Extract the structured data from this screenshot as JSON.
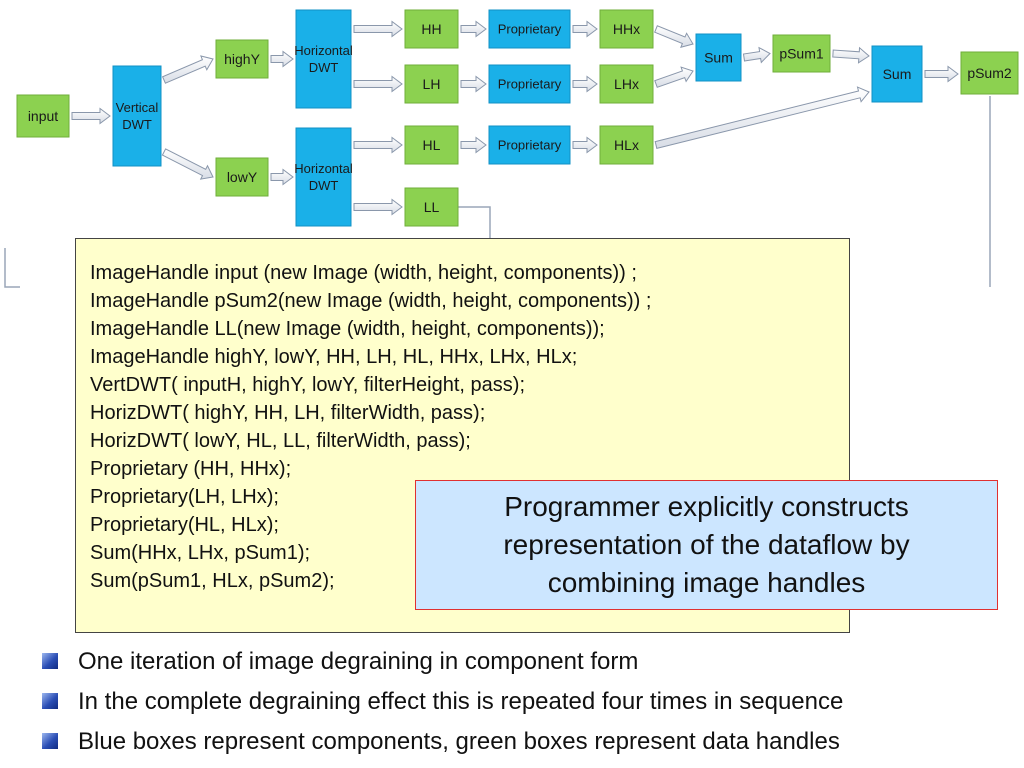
{
  "diagram": {
    "nodes": {
      "input": {
        "label": "input",
        "kind": "data"
      },
      "vdwt": {
        "label": [
          "Vertical",
          "DWT"
        ],
        "kind": "component"
      },
      "highY": {
        "label": "highY",
        "kind": "data"
      },
      "lowY": {
        "label": "lowY",
        "kind": "data"
      },
      "hdwt1": {
        "label": [
          "Horizontal",
          "DWT"
        ],
        "kind": "component"
      },
      "hdwt2": {
        "label": [
          "Horizontal",
          "DWT"
        ],
        "kind": "component"
      },
      "HH": {
        "label": "HH",
        "kind": "data"
      },
      "LH": {
        "label": "LH",
        "kind": "data"
      },
      "HL": {
        "label": "HL",
        "kind": "data"
      },
      "LL": {
        "label": "LL",
        "kind": "data"
      },
      "prop1": {
        "label": "Proprietary",
        "kind": "component"
      },
      "prop2": {
        "label": "Proprietary",
        "kind": "component"
      },
      "prop3": {
        "label": "Proprietary",
        "kind": "component"
      },
      "HHx": {
        "label": "HHx",
        "kind": "data"
      },
      "LHx": {
        "label": "LHx",
        "kind": "data"
      },
      "HLx": {
        "label": "HLx",
        "kind": "data"
      },
      "sum1": {
        "label": "Sum",
        "kind": "component"
      },
      "pSum1": {
        "label": "pSum1",
        "kind": "data"
      },
      "sum2": {
        "label": "Sum",
        "kind": "component"
      },
      "pSum2": {
        "label": "pSum2",
        "kind": "data"
      }
    },
    "edges": [
      [
        "input",
        "vdwt"
      ],
      [
        "vdwt",
        "highY"
      ],
      [
        "vdwt",
        "lowY"
      ],
      [
        "highY",
        "hdwt1"
      ],
      [
        "lowY",
        "hdwt2"
      ],
      [
        "hdwt1",
        "HH"
      ],
      [
        "hdwt1",
        "LH"
      ],
      [
        "hdwt2",
        "HL"
      ],
      [
        "hdwt2",
        "LL"
      ],
      [
        "HH",
        "prop1"
      ],
      [
        "LH",
        "prop2"
      ],
      [
        "HL",
        "prop3"
      ],
      [
        "prop1",
        "HHx"
      ],
      [
        "prop2",
        "LHx"
      ],
      [
        "prop3",
        "HLx"
      ],
      [
        "HHx",
        "sum1"
      ],
      [
        "LHx",
        "sum1"
      ],
      [
        "sum1",
        "pSum1"
      ],
      [
        "pSum1",
        "sum2"
      ],
      [
        "HLx",
        "sum2"
      ],
      [
        "sum2",
        "pSum2"
      ]
    ]
  },
  "colors": {
    "component": "#1ab0e8",
    "data": "#8cd150",
    "code_bg": "#ffffcc",
    "callout_bg": "#cce6ff",
    "callout_border": "#e03030",
    "bullet": "#2b4fb5"
  },
  "code": {
    "lines": [
      "ImageHandle input (new Image (width, height, components)) ;",
      "ImageHandle pSum2(new Image (width, height, components)) ;",
      "ImageHandle LL(new Image (width, height, components));",
      "ImageHandle highY, lowY, HH, LH, HL, HHx, LHx, HLx;",
      "VertDWT( inputH, highY, lowY, filterHeight, pass);",
      "HorizDWT( highY, HH, LH, filterWidth, pass);",
      "HorizDWT( lowY, HL, LL, filterWidth, pass);",
      "Proprietary (HH, HHx);",
      "Proprietary(LH, LHx);",
      "Proprietary(HL, HLx);",
      "Sum(HHx, LHx, pSum1);",
      "Sum(pSum1, HLx, pSum2);"
    ]
  },
  "callout": {
    "lines": [
      "Programmer explicitly constructs",
      "representation of the dataflow by",
      "combining image handles"
    ]
  },
  "bullets": [
    "One iteration of image degraining in component form",
    "In the complete degraining effect this is repeated four times in sequence",
    "Blue boxes represent components, green boxes represent data handles"
  ]
}
